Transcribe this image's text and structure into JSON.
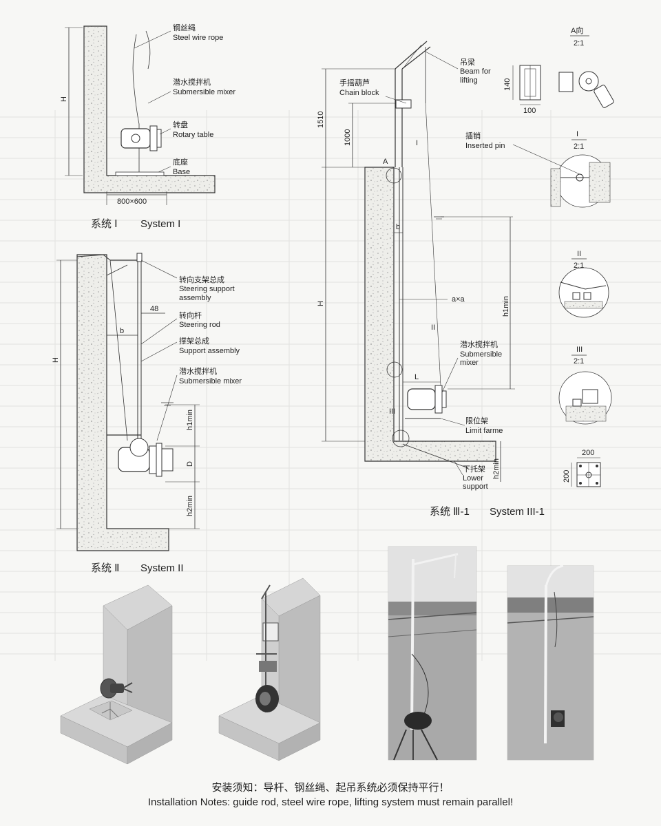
{
  "system1": {
    "caption_cn": "系统 Ⅰ",
    "caption_en": "System I",
    "steel_wire_cn": "钢丝绳",
    "steel_wire_en": "Steel wire rope",
    "mixer_cn": "潜水搅拌机",
    "mixer_en": "Submersible mixer",
    "rotary_cn": "转盘",
    "rotary_en": "Rotary table",
    "base_cn": "底座",
    "base_en": "Base",
    "dim_h": "H",
    "dim_base": "800×600"
  },
  "system2": {
    "caption_cn": "系统 Ⅱ",
    "caption_en": "System II",
    "steering_support_cn": "转向支架总成",
    "steering_support_en1": "Steering support",
    "steering_support_en2": "assembly",
    "steering_rod_cn": "转向杆",
    "steering_rod_en": "Steering rod",
    "support_assembly_cn": "撑架总成",
    "support_assembly_en": "Support assembly",
    "mixer_cn": "潜水搅拌机",
    "mixer_en": "Submersible mixer",
    "dim_h": "H",
    "dim_b": "b",
    "dim_48": "48",
    "dim_h1": "h1min",
    "dim_d": "D",
    "dim_h2": "h2min"
  },
  "system3": {
    "caption_cn": "系统 Ⅲ-1",
    "caption_en": "System III-1",
    "beam_cn": "吊梁",
    "beam_en1": "Beam for",
    "beam_en2": "lifting",
    "chain_cn": "手摇葫芦",
    "chain_en": "Chain block",
    "mixer_cn": "潜水搅拌机",
    "mixer_en1": "Submersible",
    "mixer_en2": "mixer",
    "limit_cn": "限位架",
    "limit_en": "Limit farme",
    "lower_cn": "下托架",
    "lower_en1": "Lower",
    "lower_en2": "support",
    "dim_1510": "1510",
    "dim_1000": "1000",
    "dim_h": "H",
    "dim_b": "b",
    "dim_axa": "a×a",
    "dim_h1": "h1min",
    "dim_h2": "h2min",
    "dim_l": "L",
    "mark_a": "A",
    "mark_i": "I",
    "mark_ii": "II",
    "mark_iii": "III"
  },
  "details": {
    "a_view": "A向",
    "a_scale": "2:1",
    "dim_140": "140",
    "dim_100": "100",
    "i_label": "I",
    "i_scale": "2:1",
    "pin_cn": "插销",
    "pin_en": "Inserted pin",
    "ii_label": "II",
    "ii_scale": "2:1",
    "iii_label": "III",
    "iii_scale": "2:1",
    "plate_w": "200",
    "plate_h": "200"
  },
  "notes": {
    "cn": "安装须知：导杆、钢丝绳、起吊系统必须保持平行！",
    "en": "Installation Notes: guide rod, steel wire rope, lifting system must remain parallel!"
  }
}
